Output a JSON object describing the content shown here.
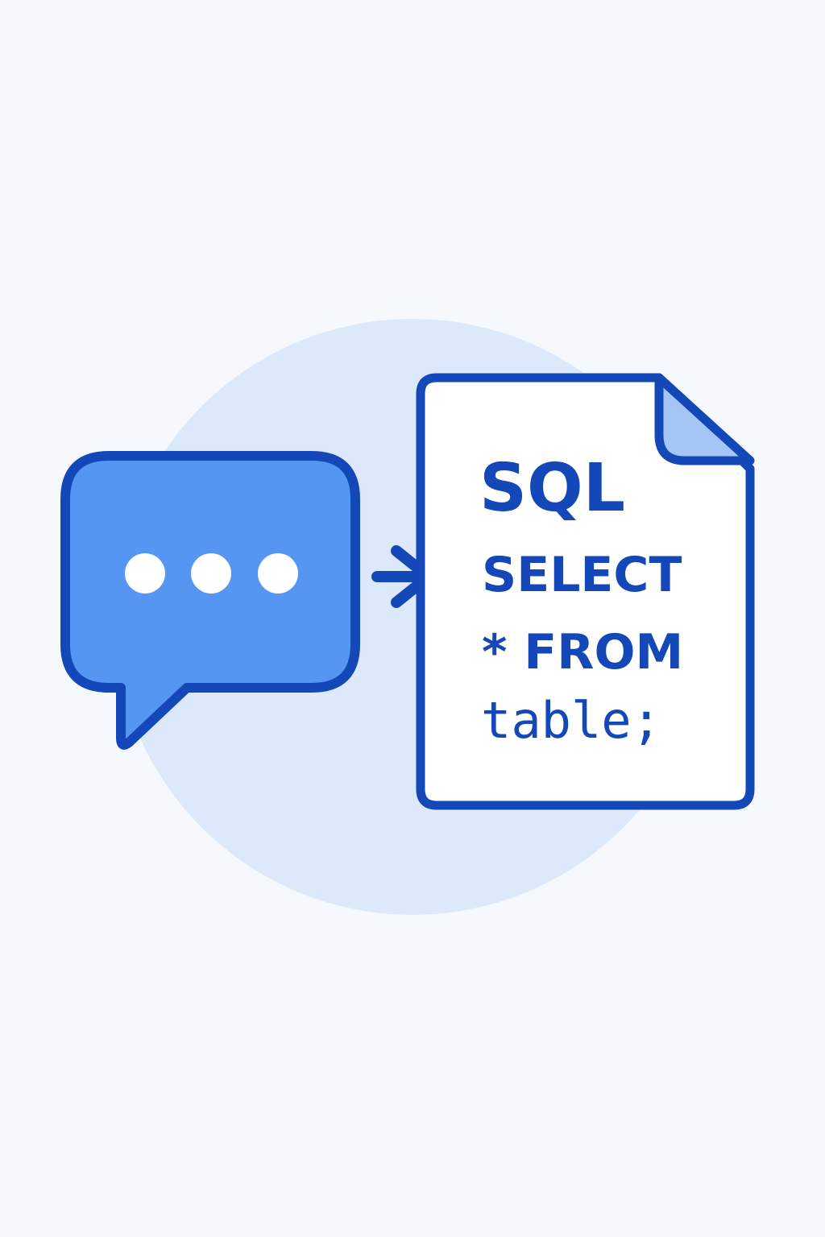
{
  "colors": {
    "background": "#f5f9fd",
    "circle": "#dce9fb",
    "outline": "#1447b8",
    "bubble_fill": "#5596f2",
    "dots": "#ffffff",
    "document_fill": "#ffffff",
    "fold_fill": "#a4c6f6",
    "text": "#1447b8"
  },
  "icons": {
    "chat": "chat-bubble-icon",
    "typing": "typing-dots-icon",
    "arrow": "arrow-right-icon",
    "document": "document-icon"
  },
  "document": {
    "title": "SQL",
    "lines": [
      "SELECT",
      "* FROM",
      "table;"
    ]
  }
}
